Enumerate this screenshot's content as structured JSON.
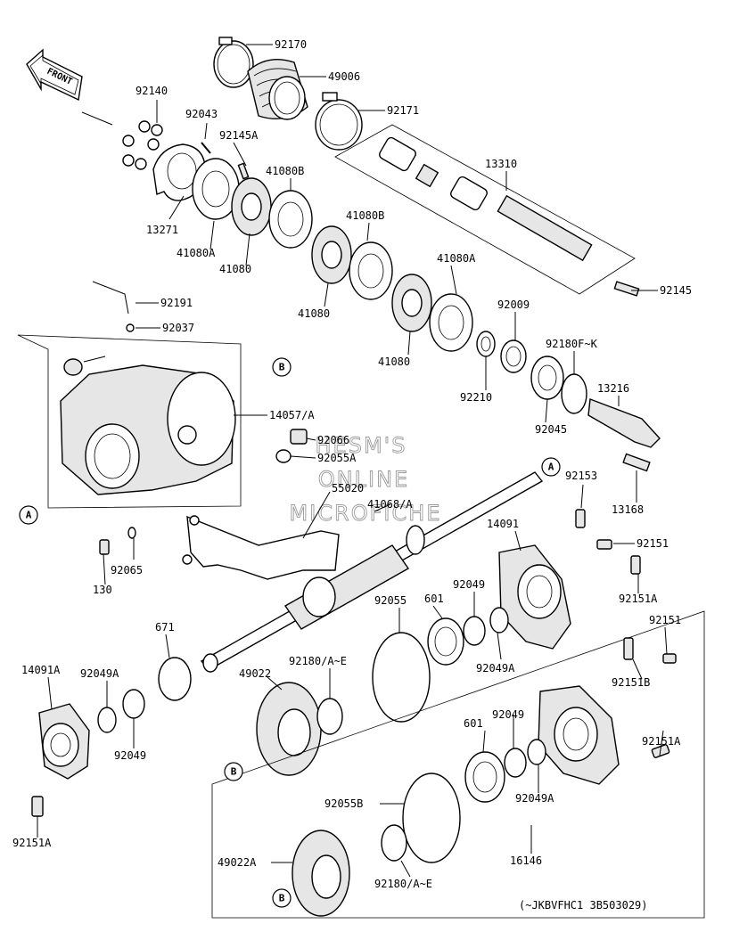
{
  "diagram": {
    "front_label": "FRONT",
    "watermark": [
      "HESM'S",
      "ONLINE",
      "MICROFICHE"
    ],
    "footnote": "(~JKBVFHC1 3B503029)",
    "callouts": {
      "A": "A",
      "B": "B"
    },
    "part_labels": {
      "p92170": "92170",
      "p49006": "49006",
      "p92140": "92140",
      "p92043": "92043",
      "p92171": "92171",
      "p92145A": "92145A",
      "p13310": "13310",
      "p41080B_1": "41080B",
      "p13271": "13271",
      "p41080A_1": "41080A",
      "p41080_1": "41080",
      "p41080B_2": "41080B",
      "p41080A_2": "41080A",
      "p92145": "92145",
      "p92191": "92191",
      "p41080_2": "41080",
      "p92009": "92009",
      "p92037": "92037",
      "p92180FK": "92180F~K",
      "p92210": "92210",
      "p13216": "13216",
      "p41080_3": "41080",
      "p14057A": "14057/A",
      "p92045": "92045",
      "p92066": "92066",
      "p92055A": "92055A",
      "p55020": "55020",
      "p92153": "92153",
      "p41068A": "41068/A",
      "p13168": "13168",
      "p14091": "14091",
      "p92151_1": "92151",
      "p92065": "92065",
      "p130": "130",
      "p92151A_1": "92151A",
      "p92055": "92055",
      "p601_1": "601",
      "p92049_1": "92049",
      "p92151_2": "92151",
      "p671": "671",
      "p92049A_1": "92049A",
      "p14091A": "14091A",
      "p92049A_2": "92049A",
      "p49022": "49022",
      "p92180AE_1": "92180/A~E",
      "p92151B": "92151B",
      "p601_2": "601",
      "p92049_2": "92049",
      "p92151A_2": "92151A",
      "p92049_3": "92049",
      "p92049A_3": "92049A",
      "p92055B": "92055B",
      "p92151A_3": "92151A",
      "p16146": "16146",
      "p49022A": "49022A",
      "p92180AE_2": "92180/A~E"
    }
  }
}
